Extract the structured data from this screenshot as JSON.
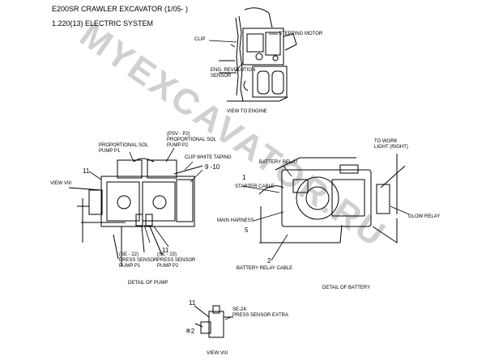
{
  "header": {
    "title": "E200SR CRAWLER EXCAVATOR (1/05- )",
    "subtitle": "1.220(13) ELECTRIC SYSTEM"
  },
  "watermark": {
    "text": "MYEXCAVATOR.RU"
  },
  "labels": {
    "clip": "CLIP",
    "stepping_motor": "STEPPING MOTOR",
    "eng_revolution_sensor": "ENG. REVOLUTION\nSENSOR",
    "view_to_engine": "VIEW TO ENGINE",
    "psv_p2": "(PSV - P2)\nPROPORTIONAL SOL\nPUMP P2",
    "proportional_sol_p1": "PROPORTIONAL SOL\nPUMP P1",
    "clip_white_taping": "CLIP WHITE TAPING",
    "view_viii_ref": "VIEW VIII",
    "se22": "(SE - 22)\nPRESS SENSOR\nPUMP P1",
    "se23": "(SE - 23)\nPRESS SENSOR\nPUMP P2",
    "detail_of_pump": "DETAIL OF PUMP",
    "battery_relay": "BATTERY RELAY",
    "starter_cable": "STARTER CABLE",
    "main_harness": "MAIN HARNESS",
    "battery_relay_cable": "BATTERY RELAY CABLE",
    "detail_of_battery": "DETAIL OF BATTERY",
    "to_work_light": "TO WORK\nLIGHT (RIGHT)",
    "glow_relay": "GLOW RELAY",
    "se24": "SE-24:\nPRESS SENSOR EXTRA",
    "view_viii": "VIEW VIII",
    "note_mark": "※2"
  },
  "numbers": {
    "n11_pump_left": "11",
    "n9_10": "9 -10",
    "n11_pump_bottom": "11",
    "n1": "1",
    "n5": "5",
    "n2": "2",
    "n11_view": "11"
  }
}
